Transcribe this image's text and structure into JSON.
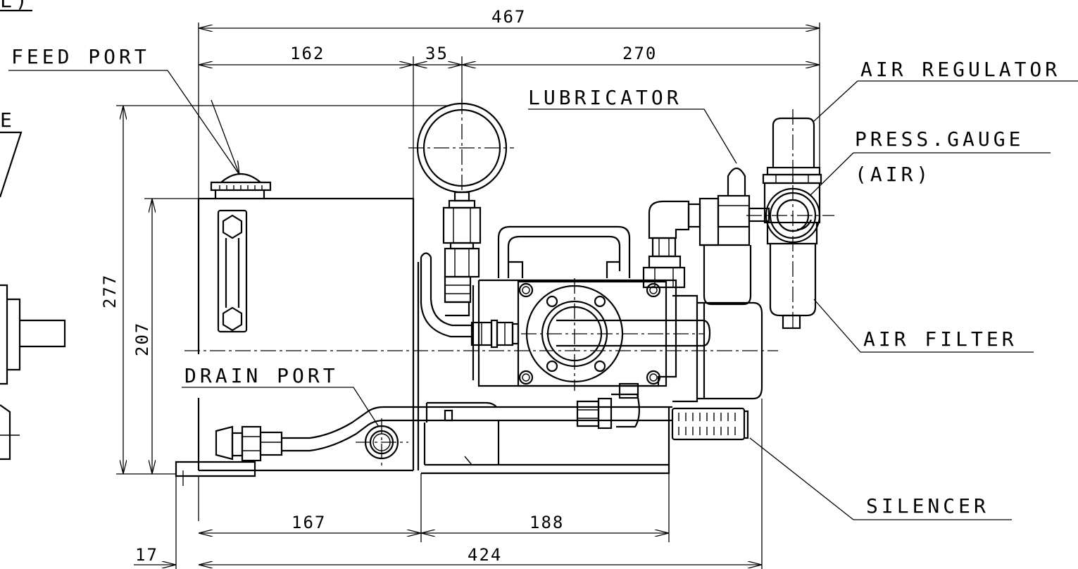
{
  "labels": {
    "feed_port": "FEED PORT",
    "lubricator": "LUBRICATOR",
    "air_regulator": "AIR REGULATOR",
    "press_gauge": "PRESS.GAUGE",
    "press_gauge_sub": "(AIR)",
    "air_filter": "AIR FILTER",
    "drain_port": "DRAIN PORT",
    "silencer": "SILENCER",
    "cut_top": "L)",
    "cut_left": "E"
  },
  "dimensions": {
    "overall_width": "467",
    "d162": "162",
    "d35": "35",
    "d270": "270",
    "height_277": "277",
    "height_207": "207",
    "d167": "167",
    "d188": "188",
    "base_424": "424",
    "offset_17": "17"
  }
}
